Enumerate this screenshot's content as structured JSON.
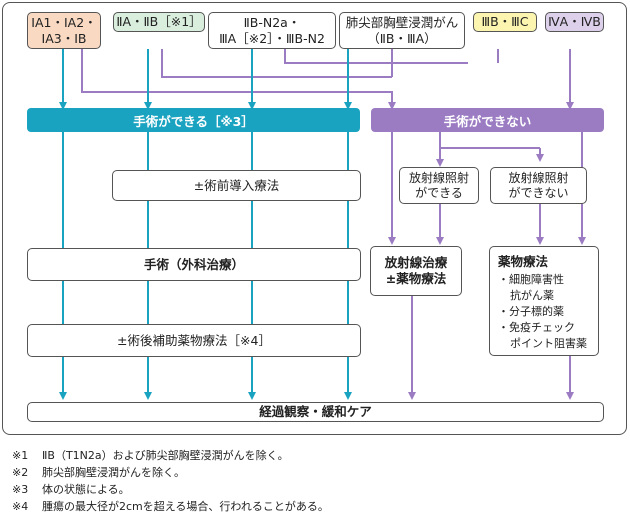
{
  "stages": {
    "s1": "IA1・IA2・\nIA3・IB",
    "s2": "ⅡA・ⅡB［※1］",
    "s3": "ⅡB-N2a・\nⅢA［※2］・ⅢB-N2",
    "s4": "肺尖部胸壁浸潤がん\n（ⅡB・ⅢA）",
    "s5": "ⅢB・ⅢC",
    "s6": "ⅣA・ⅣB"
  },
  "bars": {
    "operable": "手術ができる［※3］",
    "inoperable": "手術ができない"
  },
  "rad_ok": "放射線照射\nができる",
  "rad_ng": "放射線照射\nができない",
  "neoadjuvant": "±術前導入療法",
  "surgery": "手術（外科治療）",
  "adjuvant": "±術後補助薬物療法［※4］",
  "chemorad": "放射線治療\n±薬物療法",
  "drug": {
    "title": "薬物療法",
    "items": [
      "・細胞障害性",
      "抗がん薬",
      "・分子標的薬",
      "・免疫チェック",
      "ポイント阻害薬"
    ]
  },
  "followup": "経過観察・緩和ケア",
  "notes": [
    {
      "mark": "※1",
      "text": "ⅡB（T1N2a）および肺尖部胸壁浸潤がんを除く。"
    },
    {
      "mark": "※2",
      "text": "肺尖部胸壁浸潤がんを除く。"
    },
    {
      "mark": "※3",
      "text": "体の状態による。"
    },
    {
      "mark": "※4",
      "text": "腫瘍の最大径が2cmを超える場合、行われることがある。"
    }
  ],
  "colors": {
    "teal": "#1aa3c0",
    "purple": "#9b7cc3",
    "stage1_bg": "#f9d9c2",
    "stage2_bg": "#d9eedd",
    "stage5_bg": "#fbf5b0",
    "stage6_bg": "#ddd0ea"
  }
}
